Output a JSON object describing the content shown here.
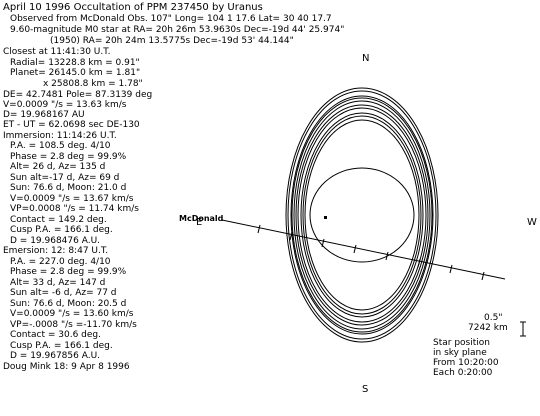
{
  "header": {
    "title": "April 10 1996 Occultation of PPM 237450 by Uranus",
    "observer_line": "Observed from McDonald Obs. 107\"  Long= 104   1 17.6     Lat=    30  40  17.7",
    "star_line": "9.60-magnitude M0 star at RA= 20h 26m  53.9630s   Dec=-19d 44' 25.974\"",
    "star_1950_line": "(1950) RA= 20h 24m 13.5775s   Dec=-19d 53' 44.144\""
  },
  "closest": {
    "lines": [
      "Closest at 11:41:30 U.T.",
      "Radial=    13228.8 km  =     0.91\"",
      "Planet=    26145.0 km  =     1.81\"",
      "x    25808.8 km   =     1.78\"",
      "DE= 42.7481 Pole= 87.3139 deg",
      "V=0.0009 \"/s = 13.63 km/s",
      "D= 19.968167 AU",
      "ET - UT = 62.0698 sec    DE-130"
    ]
  },
  "immersion": {
    "lines": [
      "Immersion: 11:14:26 U.T.",
      "P.A. = 108.5 deg.    4/10",
      "Phase =      2.8 deg  =   99.9%",
      "Alt= 26 d, Az= 135 d",
      "Sun alt=-17 d, Az=   69 d",
      "Sun: 76.6 d, Moon: 21.0 d",
      "V=0.0009 \"/s = 13.67 km/s",
      "VP=0.0008 \"/s = 11.74 km/s",
      "Contact =     149.2 deg.",
      "Cusp P.A. =  166.1 deg.",
      "D = 19.968476 A.U."
    ]
  },
  "emersion": {
    "lines": [
      "Emersion:   12: 8:47 U.T.",
      "P.A. = 227.0 deg.    4/10",
      "Phase =      2.8 deg  =   99.9%",
      "Alt= 33 d, Az= 147 d",
      "Sun alt=   -6 d, Az=   77 d",
      "Sun: 76.6 d, Moon: 20.5 d",
      "V=0.0009 \"/s = 13.60 km/s",
      "VP=-.0008 \"/s =-11.70 km/s",
      "Contact =      30.6 deg.",
      "Cusp P.A. =  166.1 deg.",
      "D = 19.967856 A.U."
    ]
  },
  "footer": {
    "author_line": "Doug Mink 18: 9 Apr  8 1996"
  },
  "compass": {
    "north": "N",
    "south": "S",
    "west": "W",
    "east": "E"
  },
  "path": {
    "site_label": "McDonald"
  },
  "scale": {
    "angle": "0.5\"",
    "distance": "7242 km"
  },
  "legend": {
    "lines": [
      "Star position",
      "in sky plane",
      "From  10:20:00",
      "Each    0:20:00"
    ]
  }
}
